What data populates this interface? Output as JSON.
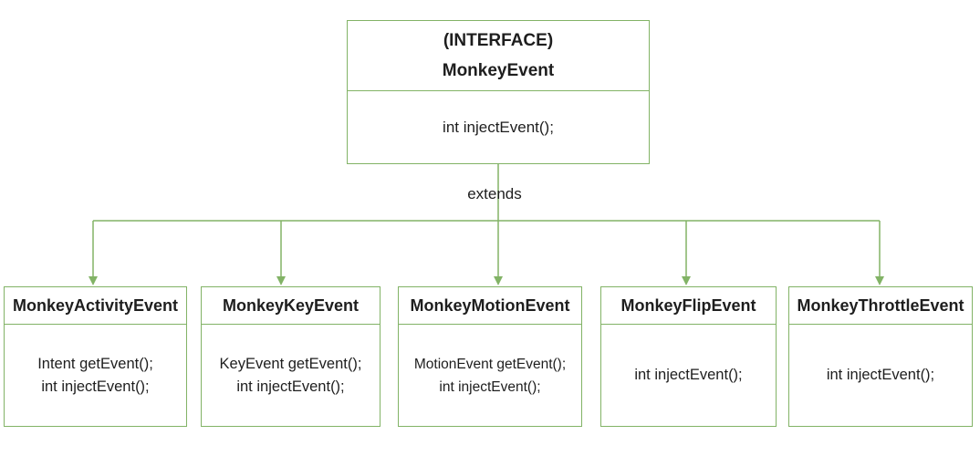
{
  "colors": {
    "line": "#82b366",
    "box_border": "#82b366",
    "text": "#1e1e1e",
    "background": "#ffffff"
  },
  "interface": {
    "stereotype": "(INTERFACE)",
    "name": "MonkeyEvent",
    "methods": [
      "int injectEvent();"
    ]
  },
  "relationship_label": "extends",
  "classes": [
    {
      "name": "MonkeyActivityEvent",
      "methods": [
        "Intent getEvent();",
        "int injectEvent();"
      ]
    },
    {
      "name": "MonkeyKeyEvent",
      "methods": [
        "KeyEvent getEvent();",
        "int injectEvent();"
      ]
    },
    {
      "name": "MonkeyMotionEvent",
      "methods": [
        "MotionEvent getEvent();",
        "int injectEvent();"
      ]
    },
    {
      "name": "MonkeyFlipEvent",
      "methods": [
        "int injectEvent();"
      ]
    },
    {
      "name": "MonkeyThrottleEvent",
      "methods": [
        "int injectEvent();"
      ]
    }
  ]
}
